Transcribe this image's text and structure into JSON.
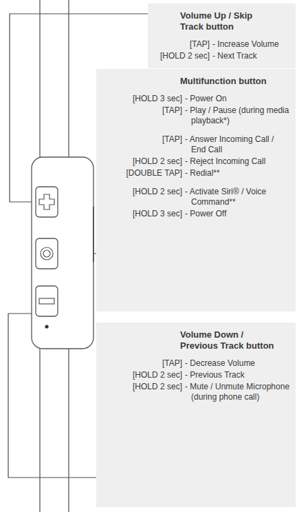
{
  "diagram": {
    "nodes": [
      {
        "text": [
          "Volume Up / Skip Track button",
          "[TAP]",
          "- Increase Volume",
          "[HOLD 2 sec]",
          "- Next Track"
        ]
      },
      {
        "text": [
          "Multifunction button",
          "[HOLD 3 sec]",
          "- Power On",
          "[TAP]",
          "- Play / Pause (during media playback*)",
          "[TAP]",
          "- Answer Incoming Call / End Call",
          "[HOLD 2 sec]",
          "- Reject Incoming Call",
          "[DOUBLE TAP]",
          "- Redial**",
          "[HOLD 2 sec]",
          "- Activate Siri® / Voice Command**",
          "[HOLD 3 sec]",
          "- Power Off"
        ]
      },
      {
        "text": [
          "Volume Down / Previous Track button",
          "[TAP]",
          "- Decrease Volume",
          "[HOLD 2 sec]",
          "- Previous Track",
          "[HOLD 2 sec]",
          "- Mute / Unmute Microphone (during phone call)"
        ]
      }
    ]
  }
}
